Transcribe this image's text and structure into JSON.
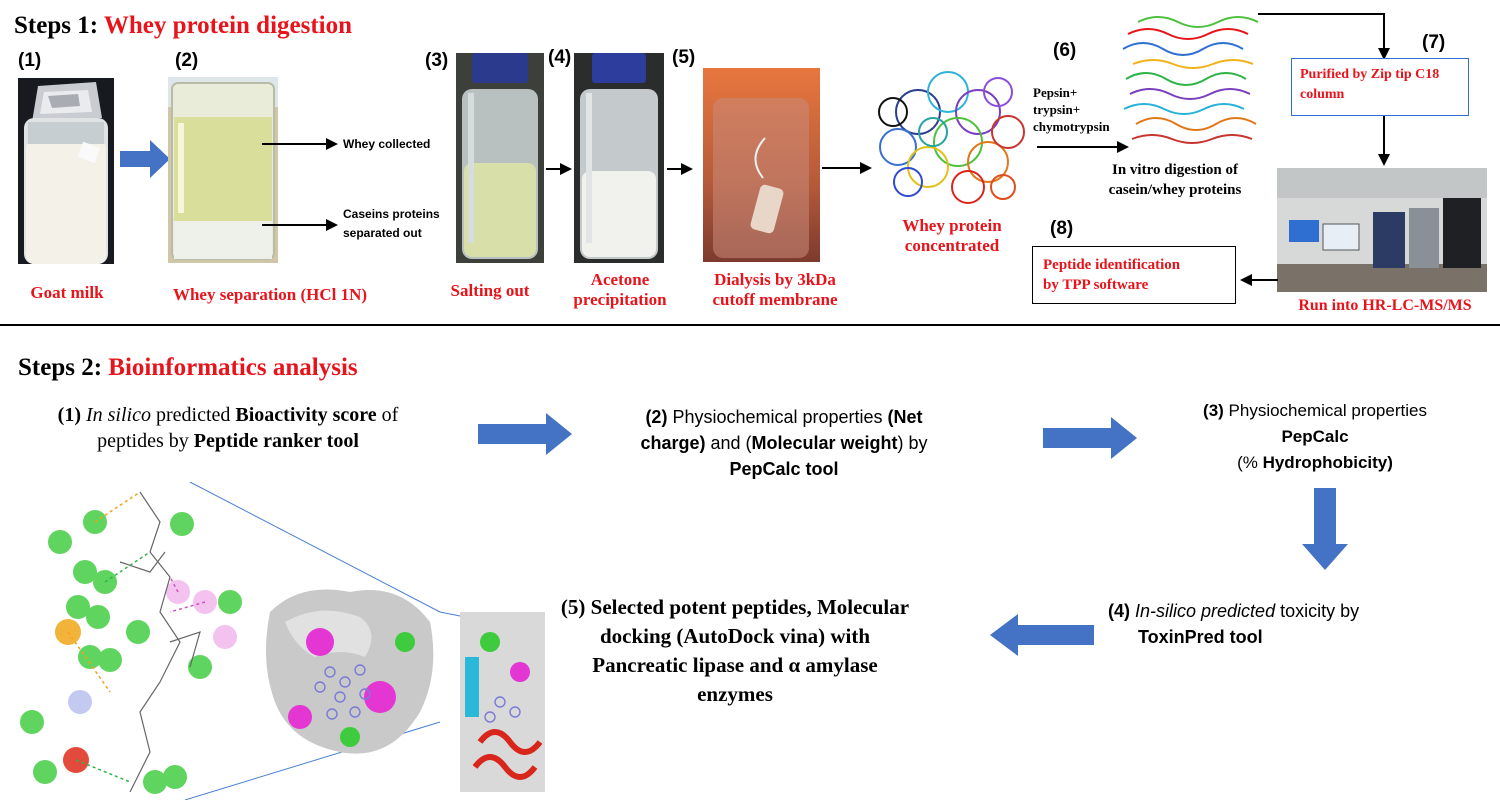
{
  "step1": {
    "heading_prefix": "Steps 1: ",
    "heading_title": "Whey protein digestion",
    "numbers": [
      "(1)",
      "(2)",
      "(3)",
      "(4)",
      "(5)",
      "(6)",
      "(7)",
      "(8)"
    ],
    "captions": {
      "goat_milk": "Goat milk",
      "whey_separation": "Whey separation (HCl 1N)",
      "salting_out": "Salting out",
      "acetone_1": "Acetone",
      "acetone_2": "precipitation",
      "dialysis_1": "Dialysis by 3kDa",
      "dialysis_2": "cutoff membrane",
      "whey_conc_1": "Whey protein",
      "whey_conc_2": "concentrated",
      "run_lcms": "Run into HR-LC-MS/MS"
    },
    "labels": {
      "whey_collected": "Whey  collected",
      "caseins_1": "Caseins proteins",
      "caseins_2": "separated out",
      "enzymes_1": "Pepsin+",
      "enzymes_2": "trypsin+",
      "enzymes_3": "chymotrypsin",
      "invitro_1": "In vitro digestion of",
      "invitro_2": "casein/whey proteins"
    },
    "boxes": {
      "zip_tip_1": "Purified by Zip tip C18",
      "zip_tip_2": "column",
      "peptide_id_1": "Peptide identification",
      "peptide_id_2": "by TPP software"
    }
  },
  "step2": {
    "heading_prefix": "Steps 2: ",
    "heading_title": "Bioinformatics analysis",
    "s1": {
      "num": "(1)",
      "italic": "In silico",
      "t1": " predicted ",
      "bold1": "Bioactivity score",
      "t2": " of",
      "t3": "peptides by ",
      "bold2": "Peptide ranker tool"
    },
    "s2": {
      "num": "(2)",
      "t1": " Physiochemical properties ",
      "b1": "(Net",
      "b2": "charge)",
      "t2": " and (",
      "b3": "Molecular weight",
      "t3": ") by",
      "b4": "PepCalc tool"
    },
    "s3": {
      "num": "(3)",
      "t1": " Physiochemical properties",
      "b1": "PepCalc",
      "t2": "(% ",
      "b2": "Hydrophobicity)"
    },
    "s4": {
      "num": "(4)",
      "italic": "In-silico predicted",
      "t1": " toxicity by",
      "b1": "ToxinPred tool"
    },
    "s5": {
      "l1": "(5) Selected potent peptides, Molecular",
      "l2": "docking (AutoDock vina) with",
      "l3": "Pancreatic lipase and α amylase",
      "l4": "enzymes"
    }
  },
  "colors": {
    "accent_red": "#e8141b",
    "arrow_blue": "#4472c4",
    "box_blue": "#2f6fd1"
  },
  "icons": [
    "block-arrow-right",
    "block-arrow-left",
    "block-arrow-down",
    "line-arrow-right"
  ]
}
